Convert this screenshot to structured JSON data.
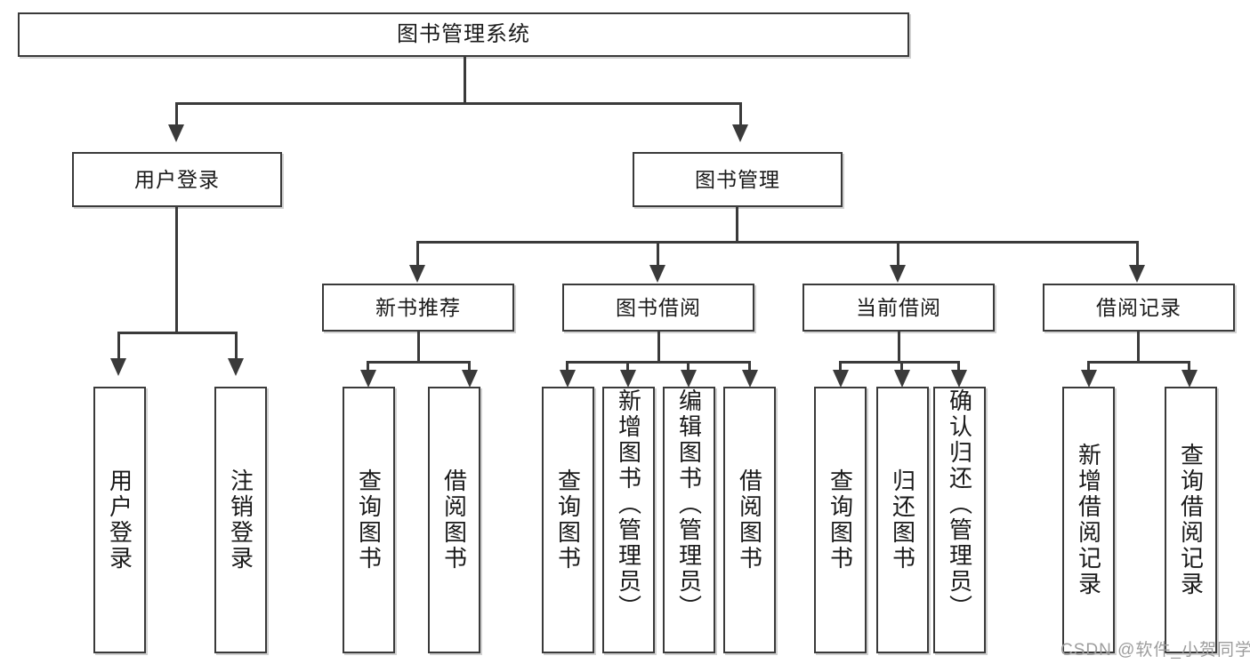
{
  "diagram": {
    "type": "tree",
    "title": "图书管理系统",
    "root": {
      "label": "图书管理系统"
    },
    "level1": [
      {
        "label": "用户登录"
      },
      {
        "label": "图书管理"
      }
    ],
    "level2": [
      {
        "label": "新书推荐"
      },
      {
        "label": "图书借阅"
      },
      {
        "label": "当前借阅"
      },
      {
        "label": "借阅记录"
      }
    ],
    "leaves": {
      "user_login": [
        {
          "label": "用户登录"
        },
        {
          "label": "注销登录"
        }
      ],
      "new_book_recommend": [
        {
          "label": "查询图书"
        },
        {
          "label": "借阅图书"
        }
      ],
      "book_borrow": [
        {
          "label": "查询图书"
        },
        {
          "label": "新增图书（管理员）"
        },
        {
          "label": "编辑图书（管理员）"
        },
        {
          "label": "借阅图书"
        }
      ],
      "current_borrow": [
        {
          "label": "查询图书"
        },
        {
          "label": "归还图书"
        },
        {
          "label": "确认归还（管理员）"
        }
      ],
      "borrow_record": [
        {
          "label": "新增借阅记录"
        },
        {
          "label": "查询借阅记录"
        }
      ]
    }
  },
  "watermark": {
    "text": "CSDN @软件_小贺同学"
  },
  "colors": {
    "stroke": "#3a3a3a",
    "text": "#1a1a1a",
    "background": "#ffffff",
    "watermark": "#9d9d9d"
  }
}
